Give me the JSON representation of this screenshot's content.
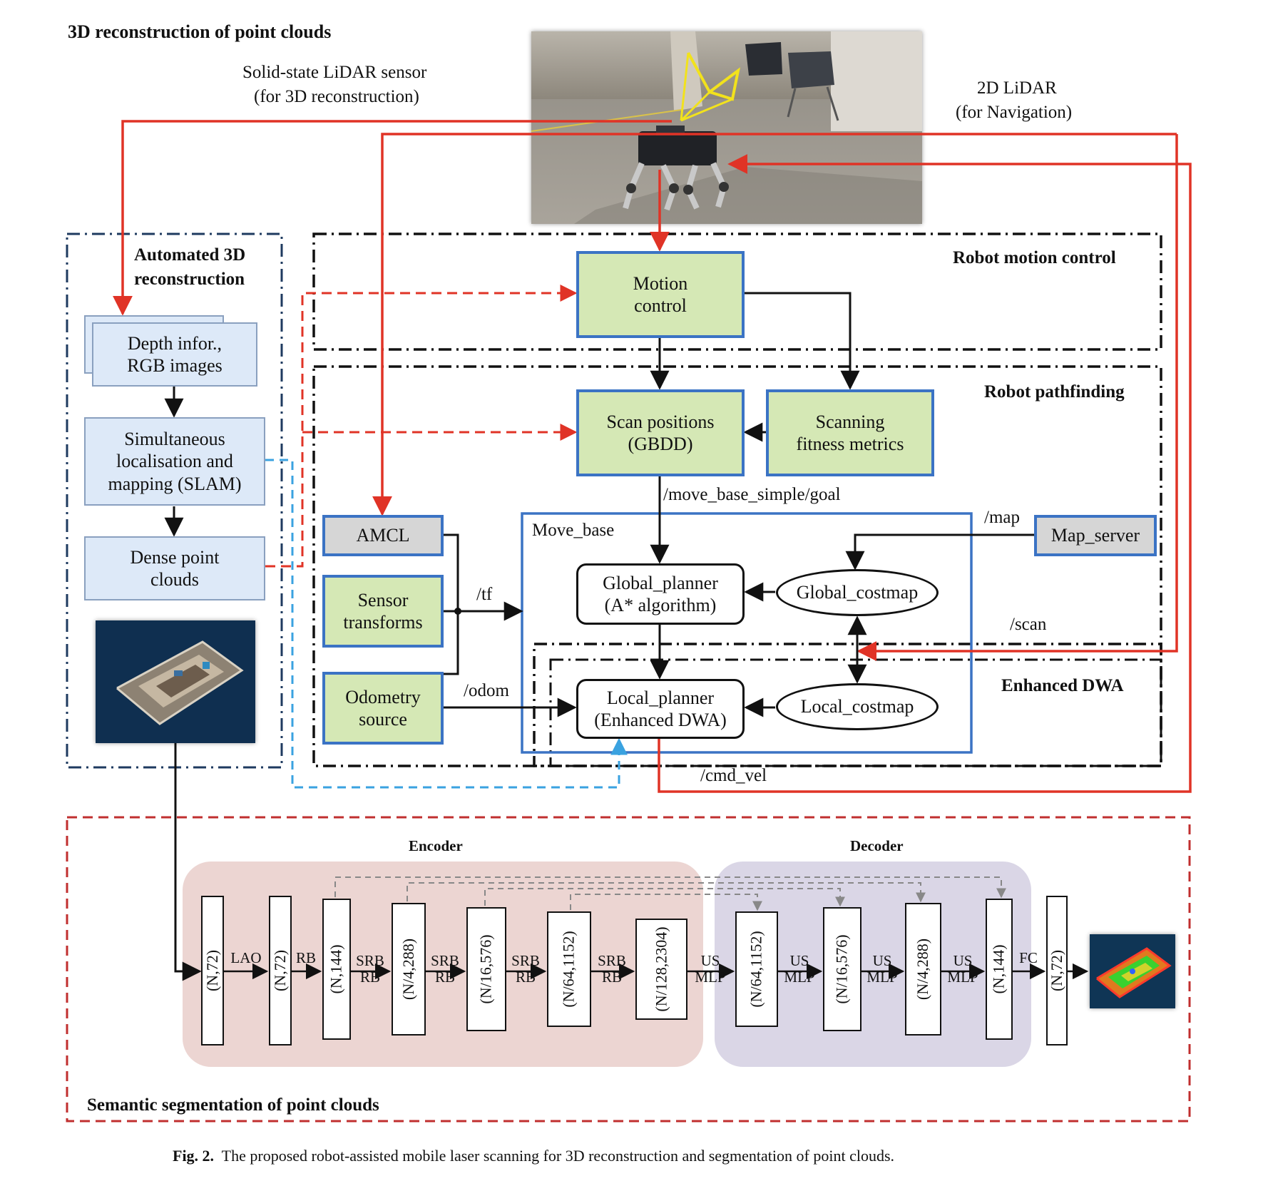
{
  "header": {
    "title": "3D reconstruction of point clouds",
    "solid_state_lidar": [
      "Solid-state LiDAR sensor",
      "(for 3D reconstruction)"
    ],
    "lidar_2d": [
      "2D LiDAR",
      "(for Navigation)"
    ]
  },
  "sections": {
    "automated_3d": [
      "Automated 3D",
      "reconstruction"
    ],
    "motion_control": "Robot motion control",
    "pathfinding": "Robot pathfinding",
    "enhanced_dwa": "Enhanced DWA",
    "segmentation": "Semantic segmentation of  point clouds",
    "move_base": "Move_base"
  },
  "recon_boxes": {
    "depth": [
      "Depth infor.,",
      "RGB images"
    ],
    "slam": [
      "Simultaneous",
      "localisation and",
      "mapping (SLAM)"
    ],
    "dense": [
      "Dense point",
      "clouds"
    ]
  },
  "nav_boxes": {
    "motion_control": [
      "Motion",
      "control"
    ],
    "scan_positions": [
      "Scan positions",
      "(GBDD)"
    ],
    "scanning_fitness": [
      "Scanning",
      "fitness metrics"
    ],
    "amcl": "AMCL",
    "sensor_transforms": [
      "Sensor",
      "transforms"
    ],
    "odometry": [
      "Odometry",
      "source"
    ],
    "map_server": "Map_server",
    "global_planner": [
      "Global_planner",
      "(A* algorithm)"
    ],
    "local_planner": [
      "Local_planner",
      "(Enhanced DWA)"
    ],
    "global_costmap": "Global_costmap",
    "local_costmap": "Local_costmap"
  },
  "topics": {
    "goal": "/move_base_simple/goal",
    "map": "/map",
    "tf": "/tf",
    "odom": "/odom",
    "scan": "/scan",
    "cmd_vel": "/cmd_vel"
  },
  "network": {
    "encoder": "Encoder",
    "decoder": "Decoder",
    "layers": [
      "(N,72)",
      "(N,72)",
      "(N,144)",
      "(N/4,288)",
      "(N/16,576)",
      "(N/64,1152)",
      "(N/128,2304)",
      "(N/64,1152)",
      "(N/16,576)",
      "(N/4,288)",
      "(N,144)",
      "(N,72)"
    ],
    "ops": [
      [
        "LAO"
      ],
      [
        "RB"
      ],
      [
        "SRB",
        "RB"
      ],
      [
        "SRB",
        "RB"
      ],
      [
        "SRB",
        "RB"
      ],
      [
        "SRB",
        "RB"
      ],
      [
        "US",
        "MLP"
      ],
      [
        "US",
        "MLP"
      ],
      [
        "US",
        "MLP"
      ],
      [
        "US",
        "MLP"
      ],
      [
        "FC"
      ]
    ]
  },
  "caption": {
    "label": "Fig. 2.",
    "text": "The proposed robot-assisted mobile laser scanning for 3D reconstruction and segmentation of point clouds."
  }
}
